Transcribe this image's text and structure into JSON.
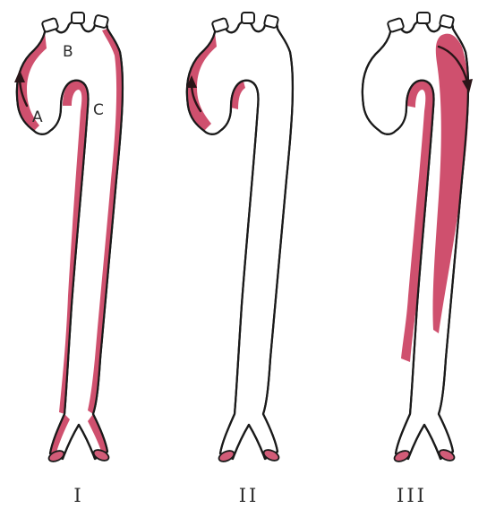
{
  "colors": {
    "shading": "#c8385a",
    "shading_dark": "#a8284a",
    "vessel_end": "#d25c78"
  },
  "panels": [
    {
      "label": "I"
    },
    {
      "label": "II"
    },
    {
      "label": "III"
    }
  ],
  "regions": {
    "a": "A",
    "b": "B",
    "c": "C"
  }
}
